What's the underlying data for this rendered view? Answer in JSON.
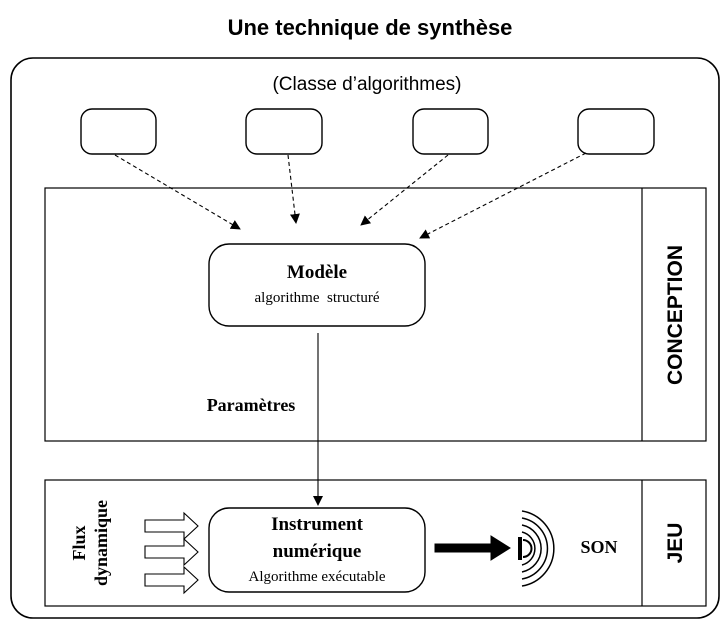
{
  "title": "Une technique de synthèse",
  "algorithm_class_label": "(Classe d’algorithmes)",
  "algorithm_boxes": [
    "",
    "",
    "",
    ""
  ],
  "conception": {
    "side_label": "CONCEPTION",
    "model_title": "Modèle",
    "model_subtitle": "algorithme  structuré",
    "parameters_label": "Paramètres"
  },
  "jeu": {
    "side_label": "JEU",
    "flux_line1": "Flux",
    "flux_line2": "dynamique",
    "instrument_line1": "Instrument",
    "instrument_line2": "numérique",
    "instrument_line3": "Algorithme exécutable",
    "sound_label": "SON"
  }
}
